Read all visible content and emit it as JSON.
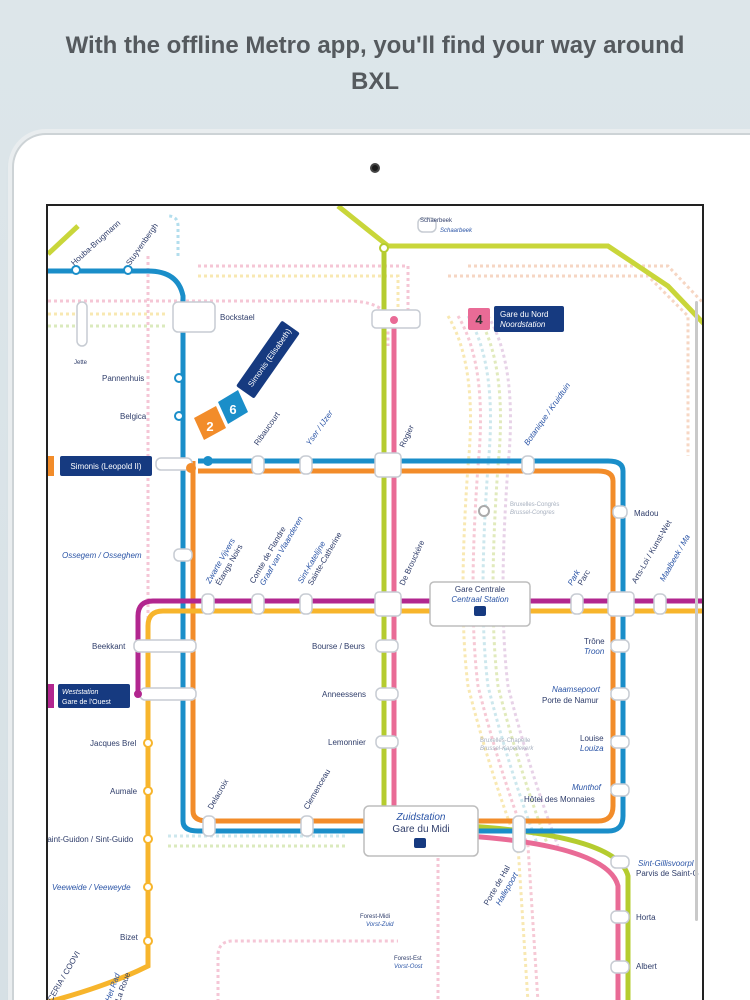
{
  "headline": "With the offline Metro app, you'll find your way around BXL",
  "colors": {
    "line1": "#b2268f",
    "line2": "#f28c2a",
    "line5": "#f7b52c",
    "line6": "#1a8ec9",
    "line3": "#b5cc2f",
    "line4": "#e96b96",
    "station_badge": "#163a80"
  },
  "map": {
    "station_boxes": {
      "simonis_leopold": "Simonis (Leopold II)",
      "weststation": "Weststation",
      "gare_ouest": "Gare de l'Ouest",
      "gare_nord": "Gare du Nord",
      "noordstation": "Noordstation",
      "simonis_elisabeth": "Simonis (Elisabeth)",
      "gare_centrale": "Gare Centrale",
      "centraal_station": "Centraal Station",
      "zuidstation": "Zuidstation",
      "gare_midi": "Gare du Midi"
    },
    "line_numbers": {
      "two": "2",
      "six": "6",
      "four": "4"
    },
    "stations": {
      "houba": "Houba-Brugmann",
      "stuyvenbergh": "Stuyvenbergh",
      "bockstael": "Bockstael",
      "jette": "Jette",
      "pannenhuis": "Pannenhuis",
      "belgica": "Belgica",
      "ribaucourt": "Ribaucourt",
      "yser": "Yser / IJzer",
      "rogier": "Rogier",
      "botanique": "Botanique / Kruidtuin",
      "schaarbeek1": "Schaerbeek",
      "schaarbeek2": "Schaarbeek",
      "madou": "Madou",
      "ossegem": "Ossegem / Osseghem",
      "zwarte": "Zwarte Vijvers",
      "etangs": "Étangs Noirs",
      "comte": "Comte de Flandre",
      "graaf": "Graaf van Vlaanderen",
      "sint_kat": "Sint-Katelijne",
      "sainte_cat": "Sainte-Catherine",
      "brouckere": "De Brouckère",
      "park": "Park",
      "parc": "Parc",
      "arts_loi": "Arts-Loi / Kunst-Wet",
      "maalbeek": "Maalbeek / Ma",
      "beekkant": "Beekkant",
      "bourse": "Bourse / Beurs",
      "trone": "Trône",
      "troon": "Troon",
      "anneessens": "Anneessens",
      "naamsepoort": "Naamsepoort",
      "porte_namur": "Porte de Namur",
      "jacques_brel": "Jacques Brel",
      "lemonnier": "Lemonnier",
      "louise": "Louise",
      "louiza": "Louiza",
      "aumale": "Aumale",
      "munthof": "Munthof",
      "hotel_monnaies": "Hôtel des Monnaies",
      "delacroix": "Delacroix",
      "clemenceau": "Clemenceau",
      "sint_guidon": "Saint-Guidon / Sint-Guido",
      "sint_gillis": "Sint-Gillisvoorpl",
      "parvis": "Parvis de Saint-G",
      "veeweide": "Veeweide / Veeweyde",
      "porte_hal": "Porte de Hal",
      "hallepoort": "Hallepoort",
      "horta": "Horta",
      "bizet": "Bizet",
      "forest_midi": "Forest-Midi",
      "vorst_zuid": "Vorst-Zuid",
      "forest_est": "Forest-Est",
      "vorst_oost": "Vorst-Oost",
      "albert": "Albert",
      "coovi": "CERIA / COOVI",
      "het_rad": "Het Rad",
      "roue": "La Roue",
      "bru_congres": "Bruxelles-Congrès",
      "bru_congres_nl": "Brussel-Congres",
      "bru_chapelle": "Bruxelles-Chapelle",
      "bru_chapelle_nl": "Brussel-Kapellekerk"
    }
  }
}
